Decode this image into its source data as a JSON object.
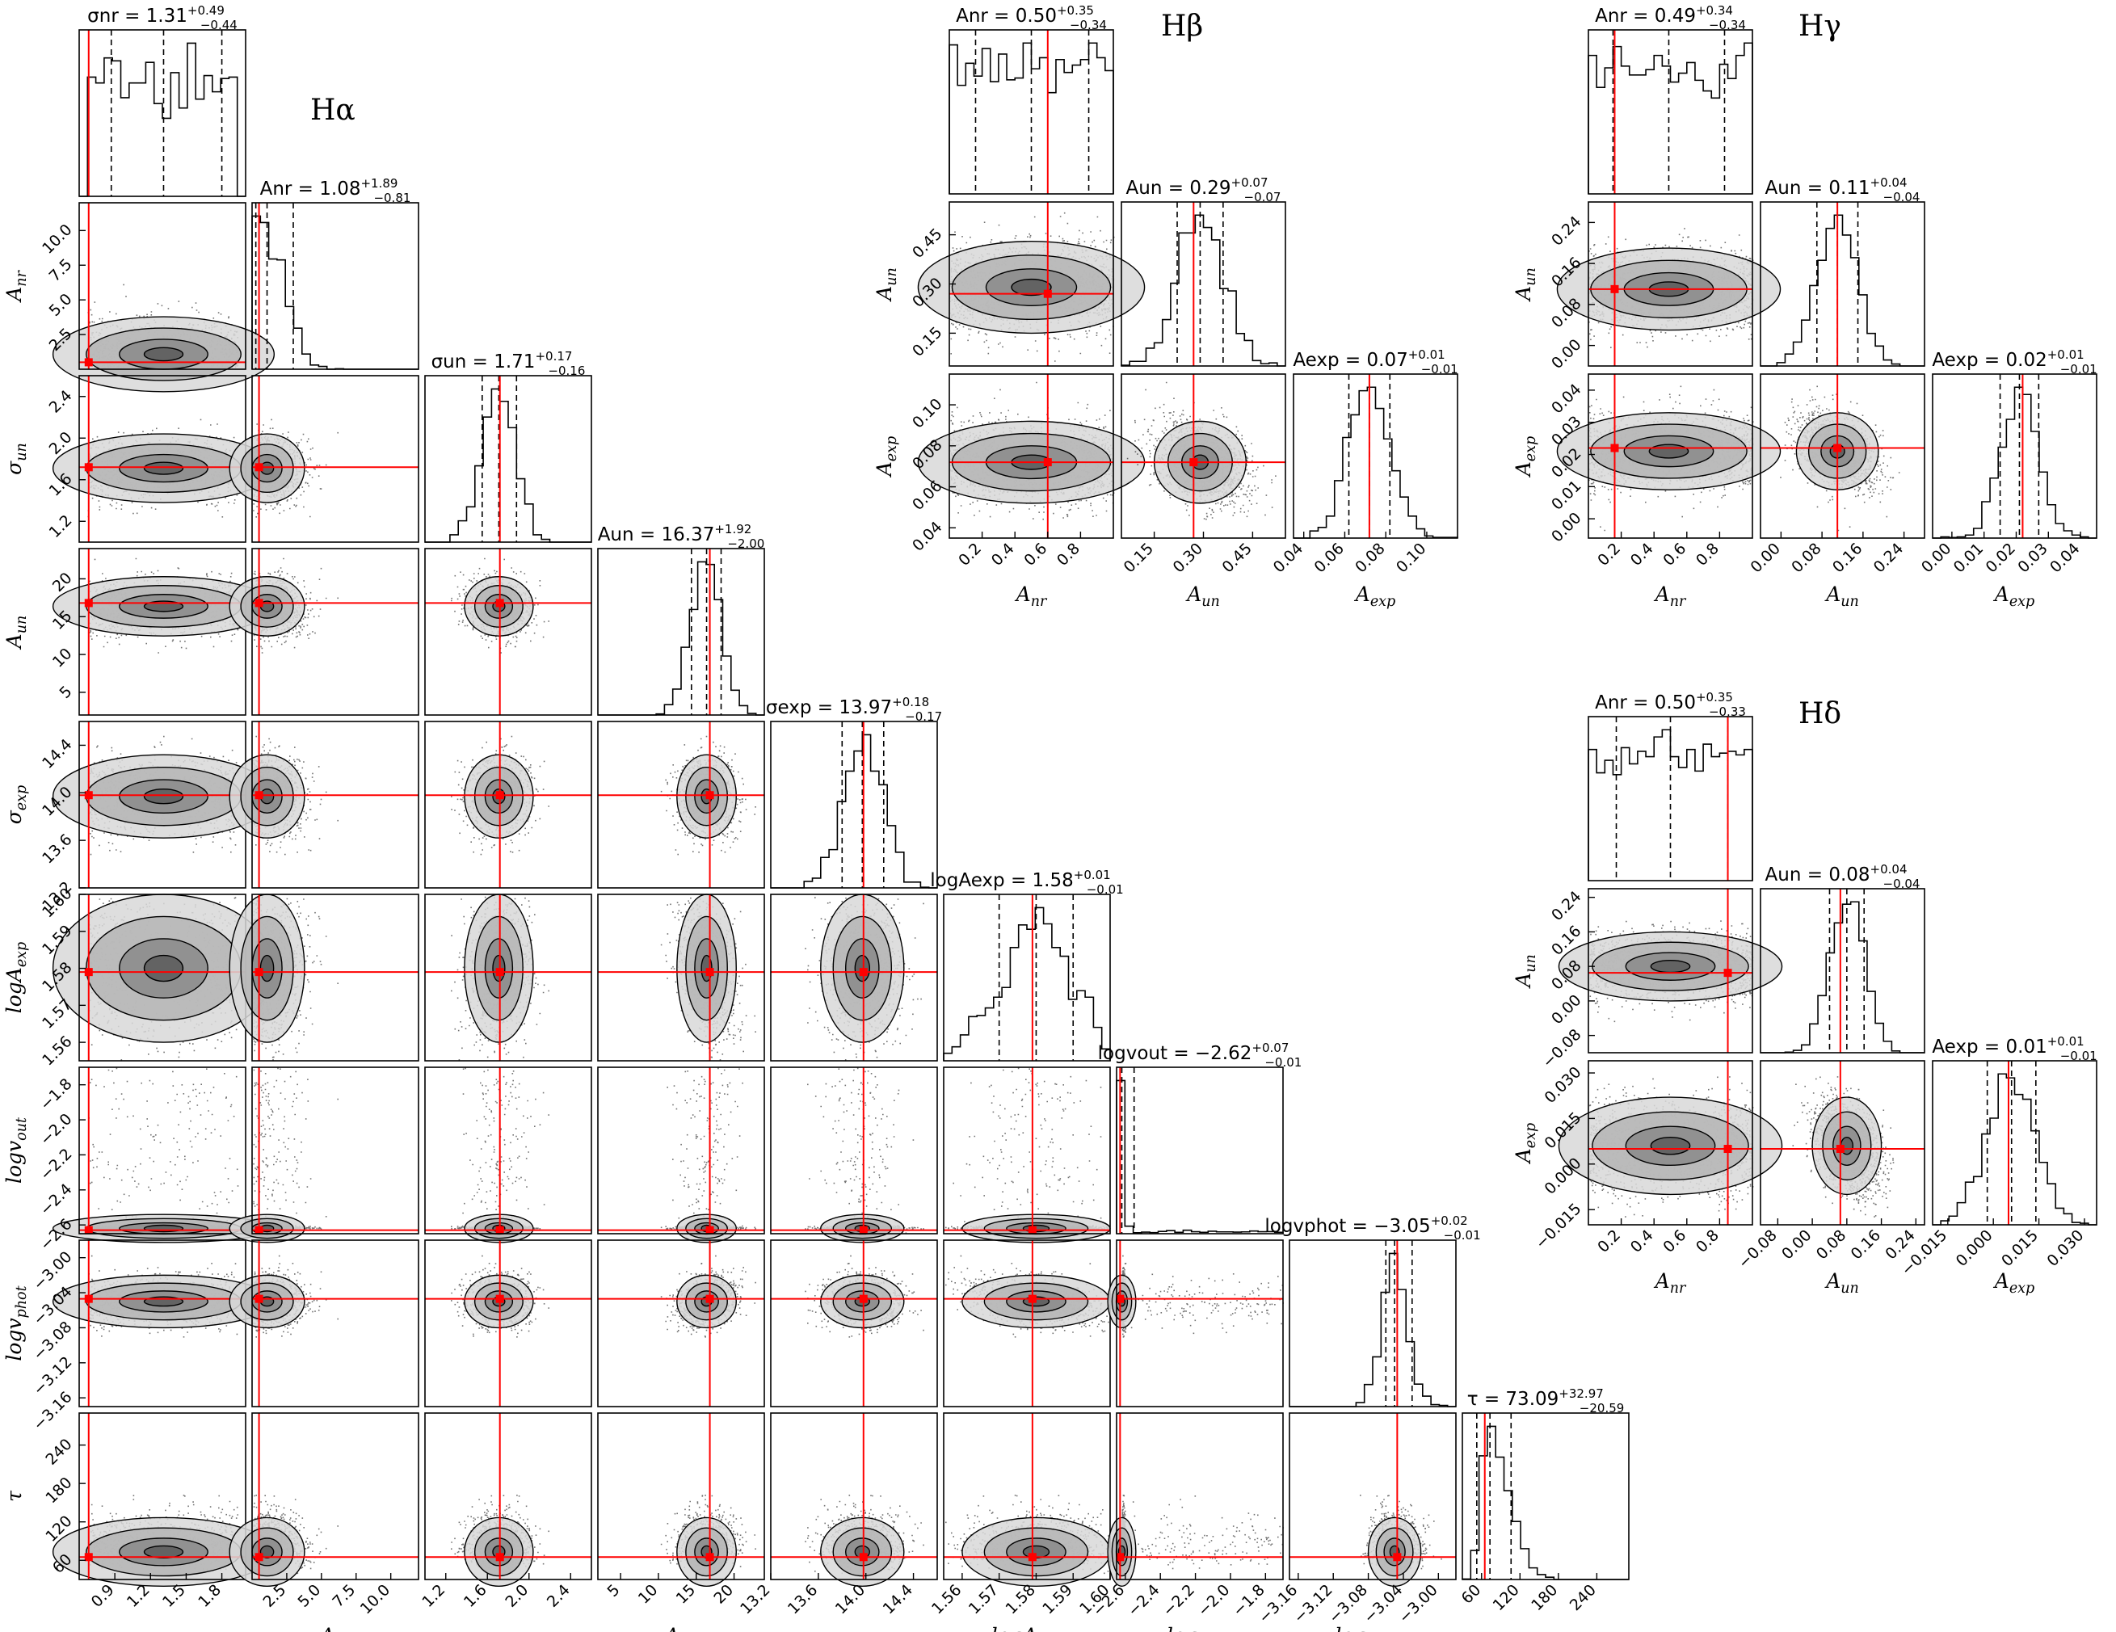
{
  "chart_data": [
    {
      "type": "scatter",
      "title": "Hα",
      "parameters": [
        {
          "label": "σnr",
          "title": "σnr = 1.31 +0.49/−0.44",
          "median": 1.31,
          "plus": 0.49,
          "minus": 0.44,
          "truth": 0.68,
          "range": [
            0.6,
            2.0
          ],
          "ticks": [
            "0.9",
            "1.2",
            "1.5",
            "1.8"
          ]
        },
        {
          "label": "Anr",
          "title": "Anr = 1.08 +1.89/−0.81",
          "median": 1.08,
          "plus": 1.89,
          "minus": 0.81,
          "truth": 0.5,
          "range": [
            0.0,
            12.0
          ],
          "ticks": [
            "2.5",
            "5.0",
            "7.5",
            "10.0"
          ]
        },
        {
          "label": "σun",
          "title": "σun = 1.71 +0.17/−0.16",
          "median": 1.71,
          "plus": 0.17,
          "minus": 0.16,
          "truth": 1.72,
          "range": [
            1.0,
            2.6
          ],
          "ticks": [
            "1.2",
            "1.6",
            "2.0",
            "2.4"
          ]
        },
        {
          "label": "Aun",
          "title": "Aun = 16.37 +1.92/−2.00",
          "median": 16.37,
          "plus": 1.92,
          "minus": 2.0,
          "truth": 16.8,
          "range": [
            2.0,
            24.0
          ],
          "ticks": [
            "5",
            "10",
            "15",
            "20"
          ]
        },
        {
          "label": "σexp",
          "title": "σexp = 13.97 +0.18/−0.17",
          "median": 13.97,
          "plus": 0.18,
          "minus": 0.17,
          "truth": 13.98,
          "range": [
            13.2,
            14.6
          ],
          "ticks": [
            "13.2",
            "13.6",
            "14.0",
            "14.4"
          ]
        },
        {
          "label": "logAexp",
          "title": "logAexp = 1.58 +0.01/−0.01",
          "median": 1.58,
          "plus": 0.01,
          "minus": 0.01,
          "truth": 1.579,
          "range": [
            1.555,
            1.6
          ],
          "ticks": [
            "1.56",
            "1.57",
            "1.58",
            "1.59",
            "1.60"
          ]
        },
        {
          "label": "logvout",
          "title": "logvout = −2.62 +0.07/−0.01",
          "median": -2.62,
          "plus": 0.07,
          "minus": 0.01,
          "truth": -2.63,
          "range": [
            -2.65,
            -1.7
          ],
          "ticks": [
            "-2.6",
            "-2.4",
            "-2.2",
            "-2.0",
            "-1.8"
          ]
        },
        {
          "label": "logvphot",
          "title": "logvphot = −3.05 +0.02/−0.01",
          "median": -3.05,
          "plus": 0.02,
          "minus": 0.01,
          "truth": -3.047,
          "range": [
            -3.17,
            -2.98
          ],
          "ticks": [
            "-3.16",
            "-3.12",
            "-3.08",
            "-3.04",
            "-3.00"
          ]
        },
        {
          "label": "τ",
          "title": "τ = 73.09 +32.97/−20.59",
          "median": 73.09,
          "plus": 32.97,
          "minus": 20.59,
          "truth": 65.0,
          "range": [
            30.0,
            290.0
          ],
          "ticks": [
            "60",
            "120",
            "180",
            "240"
          ]
        }
      ]
    },
    {
      "type": "scatter",
      "title": "Hβ",
      "parameters": [
        {
          "label": "Anr",
          "title": "Anr = 0.50 +0.35/−0.34",
          "median": 0.5,
          "plus": 0.35,
          "minus": 0.34,
          "truth": 0.6,
          "range": [
            0.0,
            1.0
          ],
          "ticks": [
            "0.2",
            "0.4",
            "0.6",
            "0.8"
          ]
        },
        {
          "label": "Aun",
          "title": "Aun = 0.29 +0.07/−0.07",
          "median": 0.29,
          "plus": 0.07,
          "minus": 0.07,
          "truth": 0.27,
          "range": [
            0.05,
            0.55
          ],
          "ticks": [
            "0.15",
            "0.30",
            "0.45"
          ]
        },
        {
          "label": "Aexp",
          "title": "Aexp = 0.07 +0.01/−0.01",
          "median": 0.072,
          "plus": 0.01,
          "minus": 0.01,
          "truth": 0.072,
          "range": [
            0.035,
            0.115
          ],
          "ticks": [
            "0.04",
            "0.06",
            "0.08",
            "0.10"
          ]
        }
      ]
    },
    {
      "type": "scatter",
      "title": "Hγ",
      "parameters": [
        {
          "label": "Anr",
          "title": "Anr = 0.49 +0.34/−0.34",
          "median": 0.49,
          "plus": 0.34,
          "minus": 0.34,
          "truth": 0.16,
          "range": [
            0.0,
            1.0
          ],
          "ticks": [
            "0.2",
            "0.4",
            "0.6",
            "0.8"
          ]
        },
        {
          "label": "Aun",
          "title": "Aun = 0.11 +0.04/−0.04",
          "median": 0.11,
          "plus": 0.04,
          "minus": 0.04,
          "truth": 0.11,
          "range": [
            -0.04,
            0.28
          ],
          "ticks": [
            "0.00",
            "0.08",
            "0.16",
            "0.24"
          ]
        },
        {
          "label": "Aexp",
          "title": "Aexp = 0.02 +0.01/−0.01",
          "median": 0.021,
          "plus": 0.006,
          "minus": 0.006,
          "truth": 0.022,
          "range": [
            -0.006,
            0.045
          ],
          "ticks": [
            "0.00",
            "0.01",
            "0.02",
            "0.03",
            "0.04"
          ]
        }
      ]
    },
    {
      "type": "scatter",
      "title": "Hδ",
      "parameters": [
        {
          "label": "Anr",
          "title": "Anr = 0.50 +0.35/−0.33",
          "median": 0.5,
          "plus": 0.35,
          "minus": 0.33,
          "truth": 0.85,
          "range": [
            0.0,
            1.0
          ],
          "ticks": [
            "0.2",
            "0.4",
            "0.6",
            "0.8"
          ]
        },
        {
          "label": "Aun",
          "title": "Aun = 0.08 +0.04/−0.04",
          "median": 0.08,
          "plus": 0.04,
          "minus": 0.04,
          "truth": 0.065,
          "range": [
            -0.12,
            0.26
          ],
          "ticks": [
            "-0.08",
            "0.00",
            "0.08",
            "0.16",
            "0.24"
          ]
        },
        {
          "label": "Aexp",
          "title": "Aexp = 0.01 +0.01/−0.01",
          "median": 0.006,
          "plus": 0.008,
          "minus": 0.008,
          "truth": 0.005,
          "range": [
            -0.02,
            0.034
          ],
          "ticks": [
            "-0.015",
            "0.000",
            "0.015",
            "0.030"
          ]
        }
      ]
    }
  ],
  "colors": {
    "truth": "#ff0000",
    "axes": "#000000",
    "points": "#000000",
    "contour_fill": "#8a8a8a"
  }
}
